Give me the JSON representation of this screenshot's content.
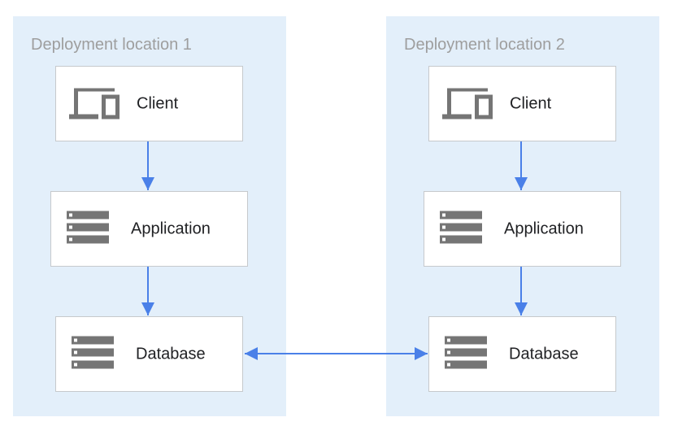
{
  "locations": [
    {
      "title": "Deployment location 1",
      "nodes": [
        {
          "label": "Client",
          "icon": "devices-icon"
        },
        {
          "label": "Application",
          "icon": "server-icon"
        },
        {
          "label": "Database",
          "icon": "server-icon"
        }
      ]
    },
    {
      "title": "Deployment location 2",
      "nodes": [
        {
          "label": "Client",
          "icon": "devices-icon"
        },
        {
          "label": "Application",
          "icon": "server-icon"
        },
        {
          "label": "Database",
          "icon": "server-icon"
        }
      ]
    }
  ],
  "colors": {
    "panel": "#e3effa",
    "arrow": "#4a80e8",
    "icon": "#757575"
  }
}
